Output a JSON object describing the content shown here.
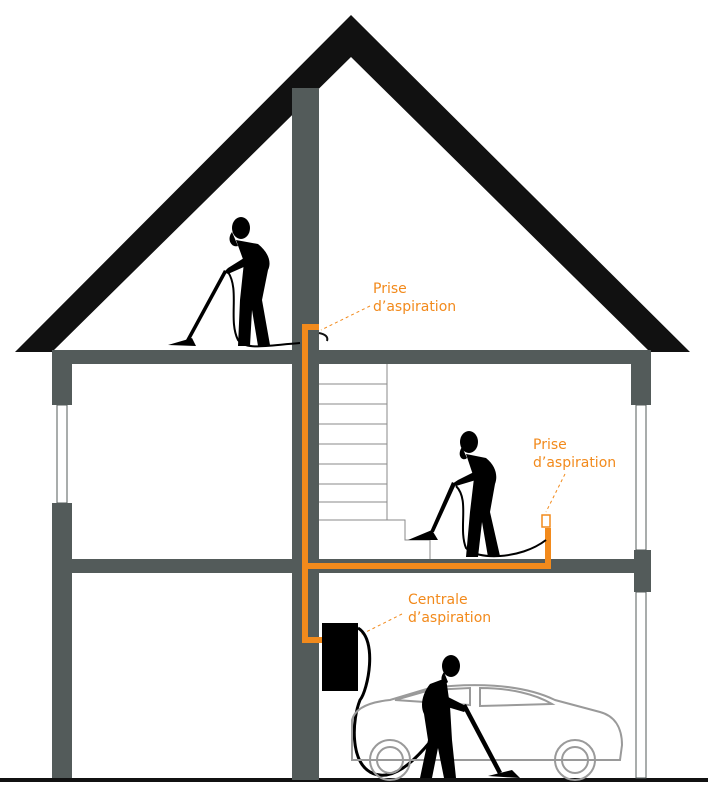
{
  "labels": {
    "attic_inlet": {
      "line1": "Prise",
      "line2": "d’aspiration"
    },
    "floor_inlet": {
      "line1": "Prise",
      "line2": "d’aspiration"
    },
    "central_unit": {
      "line1": "Centrale",
      "line2": "d’aspiration"
    }
  },
  "colors": {
    "wall": "#535b5a",
    "roof": "#111111",
    "pipe": "#f28a1c",
    "silhouette": "#000000",
    "stair_line": "#8a8a8a",
    "car_outline": "#9a9a9a"
  },
  "icons": {
    "central_unit": "central-vacuum-unit-icon",
    "person": "person-vacuuming-icon",
    "car": "car-icon",
    "inlet": "vacuum-inlet-icon"
  }
}
